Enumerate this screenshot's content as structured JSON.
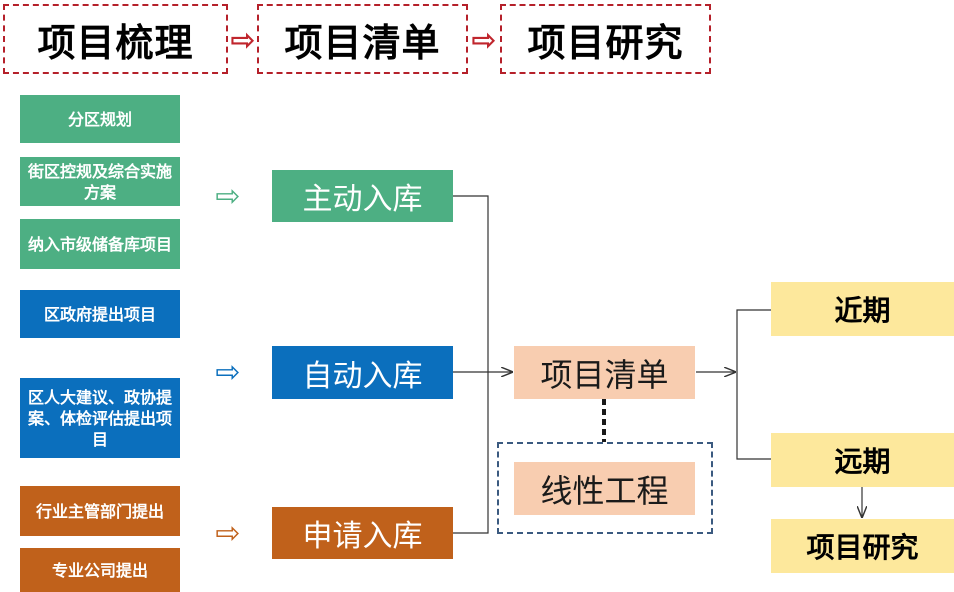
{
  "header": {
    "steps": [
      "项目梳理",
      "项目清单",
      "项目研究"
    ],
    "arrow_icon": "hollow-right-arrow",
    "border_color": "#b5202a"
  },
  "sources": {
    "green": [
      "分区规划",
      "街区控规及综合实施方案",
      "纳入市级储备库项目"
    ],
    "blue": [
      "区政府提出项目",
      "区人大建议、政协提案、体检评估提出项目"
    ],
    "orange": [
      "行业主管部门提出",
      "专业公司提出"
    ]
  },
  "channels": [
    "主动入库",
    "自动入库",
    "申请入库"
  ],
  "center": {
    "list": "项目清单",
    "linear": "线性工程"
  },
  "outputs": {
    "near": "近期",
    "far": "远期",
    "research": "项目研究"
  },
  "colors": {
    "green": "#4daf83",
    "blue": "#0b6fbd",
    "orange": "#c0611b",
    "peach": "#f8cdb0",
    "yellow": "#fde89c"
  }
}
